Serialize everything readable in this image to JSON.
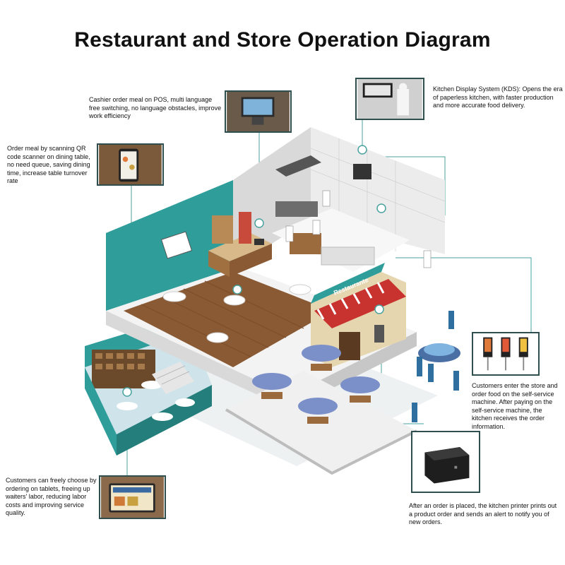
{
  "title": "Restaurant and Store Operation Diagram",
  "signage": {
    "restaurant_sign": "Restaurante"
  },
  "callouts": {
    "pos": "Cashier order meal on POS, multi language free switching, no language obstacles, improve work efficiency",
    "qr": "Order meal by scanning QR code scanner on dining table, no need queue, saving dining time, increase table turnover rate",
    "kds": "Kitchen Display System (KDS): Opens the era of paperless kitchen, with faster production and more accurate food delivery.",
    "kiosk": "Customers enter the store and order food on the self-service machine. After paying on the self-service machine, the kitchen receives the order information.",
    "tablet": "Customers can freely choose by ordering on tablets, freeing up waiters' labor, reducing labor costs and improving service quality.",
    "printer": "After an order is placed, the kitchen printer prints out a product order and sends an alert to notify you of new orders."
  },
  "colors": {
    "accent_teal": "#2f9e9a",
    "floor_wood": "#8a5a34",
    "awning_red": "#c8322f",
    "umbrella_blue": "#7b8fc9",
    "leader_line": "#4aa3a0"
  }
}
